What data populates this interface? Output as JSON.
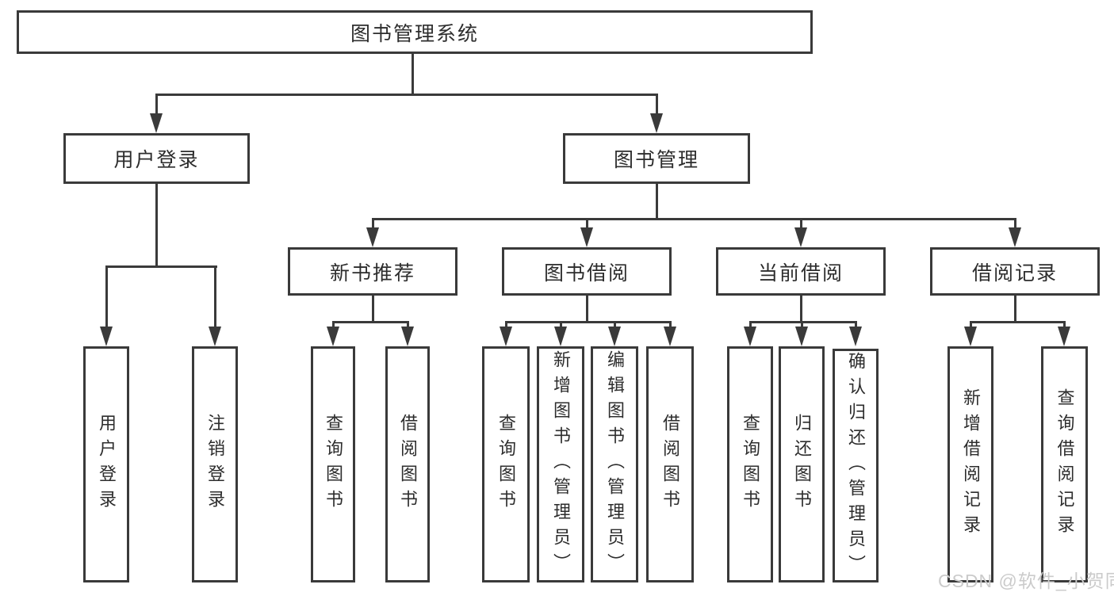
{
  "tree": {
    "root": {
      "label": "图书管理系统",
      "children": [
        {
          "label": "用户登录",
          "children": [
            {
              "label": "用户登录"
            },
            {
              "label": "注销登录"
            }
          ]
        },
        {
          "label": "图书管理",
          "children": [
            {
              "label": "新书推荐",
              "children": [
                {
                  "label": "查询图书"
                },
                {
                  "label": "借阅图书"
                }
              ]
            },
            {
              "label": "图书借阅",
              "children": [
                {
                  "label": "查询图书"
                },
                {
                  "label": "新增图书（管理员）"
                },
                {
                  "label": "编辑图书（管理员）"
                },
                {
                  "label": "借阅图书"
                }
              ]
            },
            {
              "label": "当前借阅",
              "children": [
                {
                  "label": "查询图书"
                },
                {
                  "label": "归还图书"
                },
                {
                  "label": "确认归还（管理员）"
                }
              ]
            },
            {
              "label": "借阅记录",
              "children": [
                {
                  "label": "新增借阅记录"
                },
                {
                  "label": "查询借阅记录"
                }
              ]
            }
          ]
        }
      ]
    }
  },
  "watermark": {
    "text": "CSDN @软件_小贺同学"
  },
  "colors": {
    "line": "#3a3a3a",
    "text": "#2d2d2d",
    "watermark": "#cbcbcb",
    "background": "#ffffff"
  }
}
